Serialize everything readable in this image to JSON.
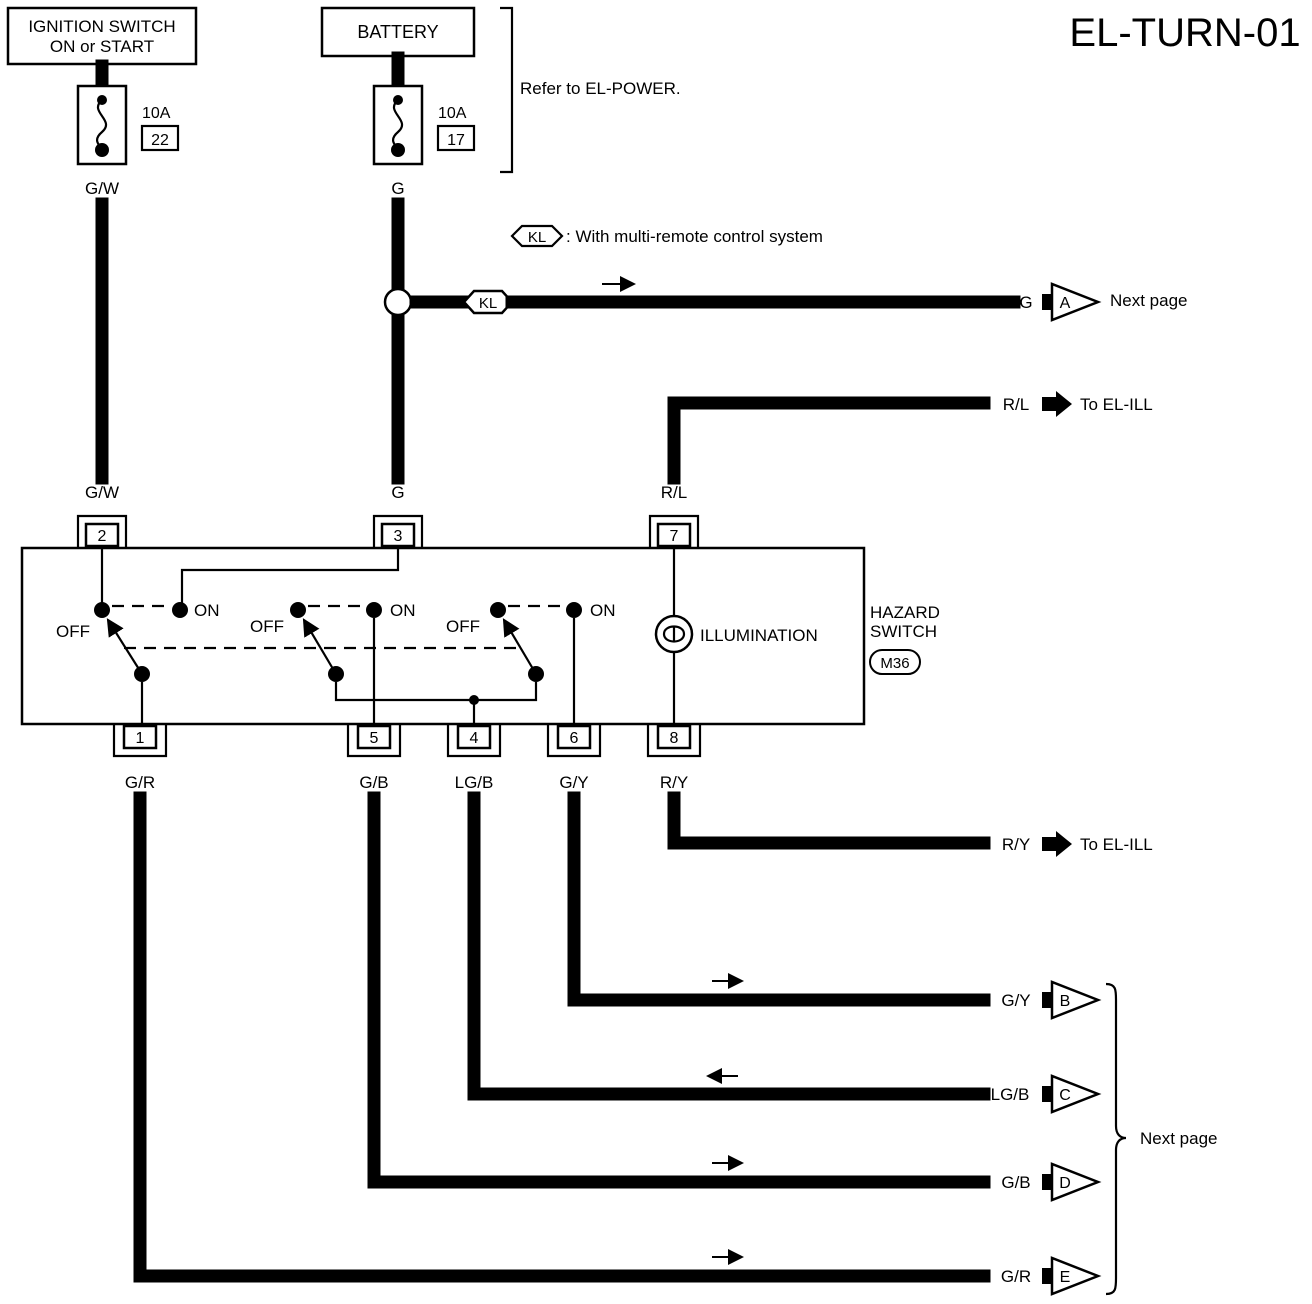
{
  "page_id": "EL-TURN-01",
  "sources": {
    "ignition": {
      "line1": "IGNITION SWITCH",
      "line2": "ON or START"
    },
    "battery": "BATTERY",
    "refer": "Refer to EL-POWER."
  },
  "fuses": [
    {
      "rating": "10A",
      "number": "22"
    },
    {
      "rating": "10A",
      "number": "17"
    }
  ],
  "legend": {
    "badge": "KL",
    "text": ": With multi-remote control system"
  },
  "wire_labels": {
    "gw_top": "G/W",
    "g_top": "G",
    "gw_pin": "G/W",
    "g_pin": "G",
    "rl_pin": "R/L",
    "a_line": "G",
    "rl_line": "R/L",
    "ry_line": "R/Y",
    "gr_pin": "G/R",
    "gb_pin": "G/B",
    "lgb_pin": "LG/B",
    "gy_pin": "G/Y",
    "ry_pin": "R/Y",
    "b_line": "G/Y",
    "c_line": "LG/B",
    "d_line": "G/B",
    "e_line": "G/R"
  },
  "splice_badge": "KL",
  "connectors": {
    "a": "A",
    "b": "B",
    "c": "C",
    "d": "D",
    "e": "E"
  },
  "destinations": {
    "next_page_a": "Next page",
    "to_el_ill_1": "To EL-ILL",
    "to_el_ill_2": "To EL-ILL",
    "next_page_group": "Next page"
  },
  "pins": {
    "p1": "1",
    "p2": "2",
    "p3": "3",
    "p4": "4",
    "p5": "5",
    "p6": "6",
    "p7": "7",
    "p8": "8"
  },
  "hazard_switch": {
    "line1": "HAZARD",
    "line2": "SWITCH",
    "code": "M36",
    "illumination": "ILLUMINATION",
    "off": "OFF",
    "on": "ON"
  }
}
